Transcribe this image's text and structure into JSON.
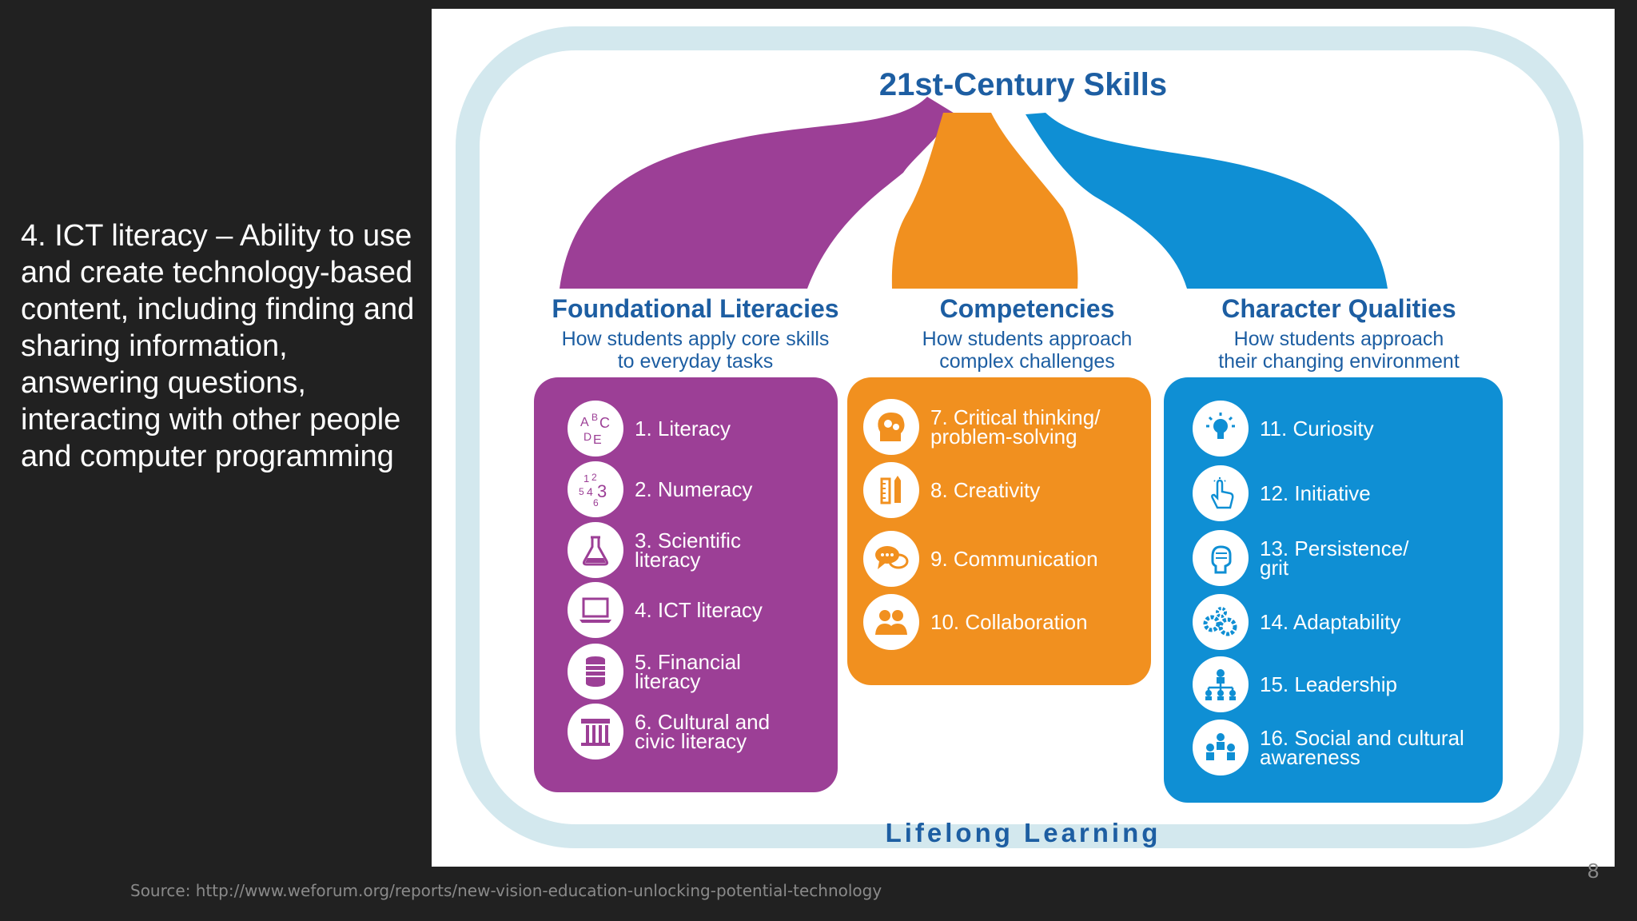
{
  "caption": "4. ICT literacy – Ability to use and create technology-based content, including finding and sharing information, answering questions, interacting with other people and computer programming",
  "source": "Source: http://www.weforum.org/reports/new-vision-education-unlocking-potential-technology",
  "page_number": "8",
  "diagram": {
    "title": "21st-Century Skills",
    "footer": "Lifelong Learning",
    "colors": {
      "purple": "#9c3f96",
      "orange": "#f1901f",
      "blue": "#0f8fd4",
      "frame": "#d3e8ee",
      "text": "#1d5ea2"
    },
    "columns": [
      {
        "heading": "Foundational Literacies",
        "subtitle": "How students apply core skills\nto everyday tasks",
        "items": [
          {
            "label": "1. Literacy",
            "icon": "abc-letters-icon"
          },
          {
            "label": "2. Numeracy",
            "icon": "numbers-icon"
          },
          {
            "label": "3. Scientific\n    literacy",
            "icon": "flask-icon"
          },
          {
            "label": "4. ICT literacy",
            "icon": "laptop-icon"
          },
          {
            "label": "5. Financial\n    literacy",
            "icon": "coin-stack-icon"
          },
          {
            "label": "6. Cultural and\n    civic literacy",
            "icon": "column-icon"
          }
        ]
      },
      {
        "heading": "Competencies",
        "subtitle": "How students approach\ncomplex challenges",
        "items": [
          {
            "label": "7. Critical thinking/\n    problem-solving",
            "icon": "head-gears-icon"
          },
          {
            "label": "8. Creativity",
            "icon": "pencil-ruler-icon"
          },
          {
            "label": "9. Communication",
            "icon": "speech-bubbles-icon"
          },
          {
            "label": "10. Collaboration",
            "icon": "people-icon"
          }
        ]
      },
      {
        "heading": "Character Qualities",
        "subtitle": "How students approach\ntheir changing environment",
        "items": [
          {
            "label": "11. Curiosity",
            "icon": "lightbulb-icon"
          },
          {
            "label": "12. Initiative",
            "icon": "pointing-hand-icon"
          },
          {
            "label": "13. Persistence/\n     grit",
            "icon": "fist-icon"
          },
          {
            "label": "14. Adaptability",
            "icon": "gears-icon"
          },
          {
            "label": "15. Leadership",
            "icon": "org-chart-icon"
          },
          {
            "label": "16. Social and cultural\n     awareness",
            "icon": "group-icon"
          }
        ]
      }
    ]
  }
}
